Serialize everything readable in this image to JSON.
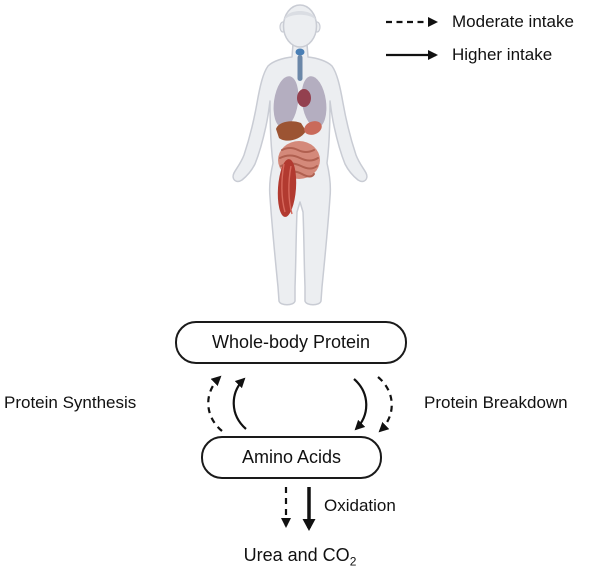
{
  "legend": {
    "moderate_label": "Moderate intake",
    "higher_label": "Higher intake"
  },
  "nodes": {
    "whole_body_protein": "Whole-body Protein",
    "amino_acids": "Amino Acids"
  },
  "labels": {
    "protein_synthesis": "Protein Synthesis",
    "protein_breakdown": "Protein Breakdown",
    "oxidation": "Oxidation",
    "urea_co2_base": "Urea and CO",
    "urea_co2_sub": "2"
  },
  "colors": {
    "arrow": "#111111",
    "box_border": "#1a1a1a",
    "body_fill": "#eceef1",
    "body_stroke": "#c9ccd4",
    "lungs": "#b4aec0",
    "heart": "#93404f",
    "liver": "#9c5433",
    "intestines": "#d4897a",
    "muscle": "#b23a30",
    "trachea": "#6b87a8"
  }
}
